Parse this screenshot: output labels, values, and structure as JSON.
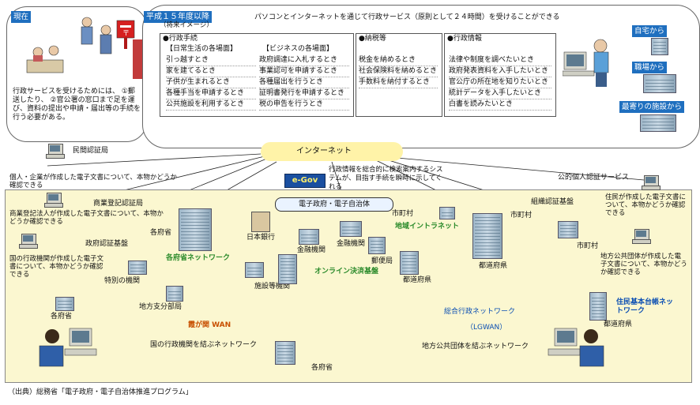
{
  "current": {
    "tag": "現在",
    "desc": "行政サービスを受けるためには、 ①郵送したり、 ②官公署の窓口まで足を運び、資料の提出や申請・届出等の手続を行う必要がある。"
  },
  "future": {
    "title": "平成１５年度以降",
    "subtitle": "（将来イメージ）",
    "intro": "パソコンとインターネットを通じて行政サービス（原則として２４時間）を受けることができる",
    "admin_header": "●行政手続",
    "daily_header": "【日常生活の各場面】",
    "daily_items": [
      "引っ越すとき",
      "家を建てるとき",
      "子供が生まれるとき",
      "各種手当を申請するとき",
      "公共施設を利用するとき"
    ],
    "business_header": "【ビジネスの各場面】",
    "business_items": [
      "政府調達に入札するとき",
      "事業認可を申請するとき",
      "各種届出を行うとき",
      "証明書発行を申請するとき",
      "税の申告を行うとき"
    ],
    "tax_header": "●納税等",
    "tax_items": [
      "税金を納めるとき",
      "社会保険料を納めるとき",
      "手数料を納付するとき"
    ],
    "info_header": "●行政情報",
    "info_items": [
      "法律や制度を調べたいとき",
      "政府発表資料を入手したいとき",
      "官公庁の所在地を知りたいとき",
      "統計データを入手したいとき",
      "白書を読みたいとき"
    ],
    "places": [
      "自宅から",
      "職場から",
      "最寄りの施設から"
    ]
  },
  "internet": {
    "label": "インターネット",
    "egov_logo": "e-Gov",
    "egov_desc": "行政情報を総合的に検索案内するシステムが、目指す手続を瞬時に示してくれる"
  },
  "left": {
    "private_ca": "民間認証局",
    "private_desc": "個人・企業が作成した電子文書について、本物かどうか確認できる",
    "commercial_ca": "商業登記認証局",
    "commercial_desc": "商業登記法人が作成した電子文書について、本物かどうか確認できる",
    "gov_ca": "政府認証基盤",
    "gov_desc": "国の行政機関が作成した電子文書について、本物かどうか確認できる"
  },
  "right": {
    "public_ca": "公的個人認証サービス",
    "public_desc": "住民が作成した電子文書について、本物かどうか確認できる",
    "org_ca": "組織認証基盤",
    "org_desc": "地方公共団体が作成した電子文書について、本物かどうか確認できる"
  },
  "center": {
    "egov_bar": "電子政府・電子自治体",
    "boj": "日本銀行",
    "finance1": "金融機関",
    "finance2": "金融機関",
    "post": "郵便局",
    "payment": "オンライン決済基盤",
    "municipality1": "市町村",
    "regional_intranet": "地域イントラネット",
    "prefecture1": "都道府県"
  },
  "kasumigaseki": {
    "ministries_top": "各府省",
    "ministry_net": "各府省ネットワーク",
    "special": "特別の機関",
    "facilities": "施設等機関",
    "branch": "地方支分部局",
    "ministries_left": "各府省",
    "wan_title": "霞が関 WAN",
    "wan_desc": "国の行政機関を結ぶネットワーク",
    "ministries_bottom": "各府省"
  },
  "lgwan": {
    "municipality2": "市町村",
    "municipality3": "市町村",
    "prefecture2": "都道府県",
    "title": "総合行政ネットワーク",
    "abbr": "（LGWAN）",
    "desc": "地方公共団体を結ぶネットワーク",
    "juki": "住民基本台帳ネットワーク",
    "prefecture3": "都道府県"
  },
  "source": "（出典）総務省「電子政府・電子自治体推進プログラム」",
  "colors": {
    "accent": "#1f6fbf",
    "panel_bg": "#fbf7d0",
    "cloud_bg": "#fff3a8",
    "green_label": "#2a8a2a"
  }
}
